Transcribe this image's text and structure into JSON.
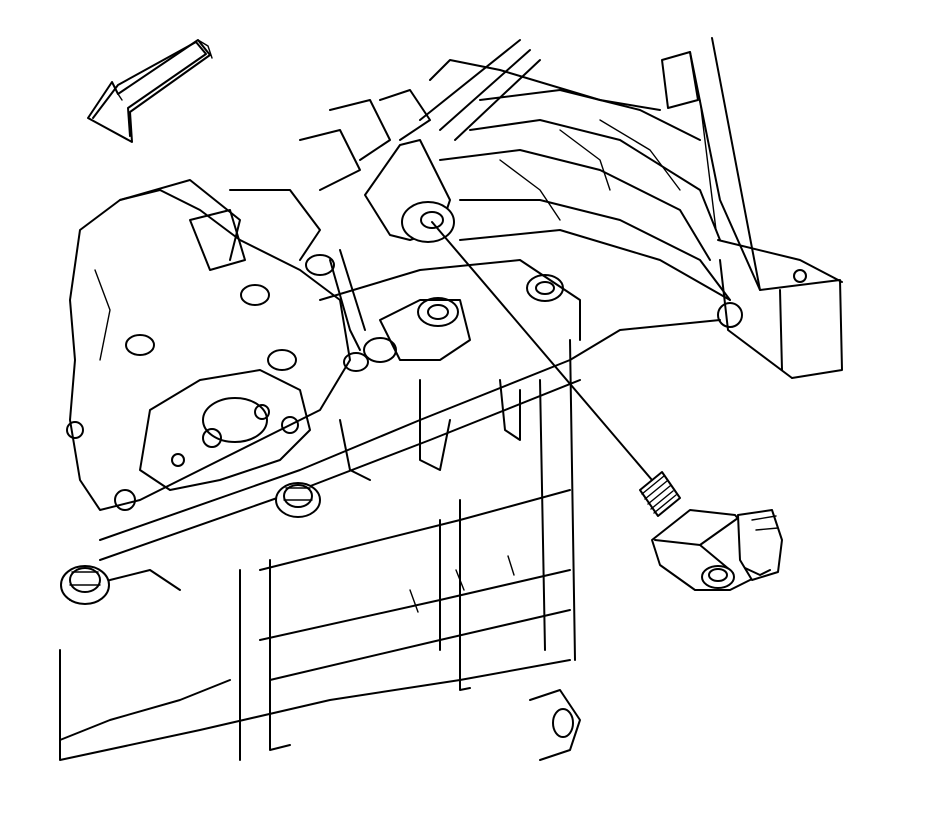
{
  "diagram": {
    "colors": {
      "background": "#ffffff",
      "line": "#000000"
    },
    "icons": {
      "direction_arrow": "arrow-forward-left-icon"
    },
    "components": [
      "engine-block",
      "cylinder-head-flange",
      "knock-sensor",
      "sensor-mounting-hole",
      "leader-line",
      "electrical-connector",
      "mounting-bolt",
      "oil-pan-rail",
      "transmission-bracket"
    ]
  }
}
